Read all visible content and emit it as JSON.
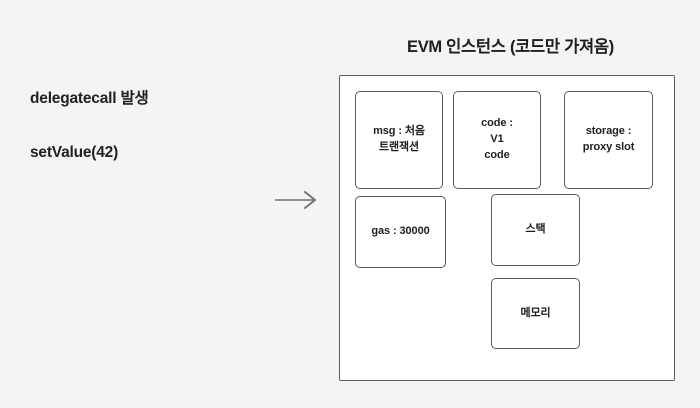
{
  "background_color": "#f4f4f4",
  "border_color": "#5b5b5b",
  "text_color": "#1f1f1f",
  "left_panel": {
    "lines": [
      {
        "id": "delegatecall",
        "text": "delegatecall 발생"
      },
      {
        "id": "setvalue",
        "text": "setValue(42)"
      }
    ]
  },
  "arrow": {
    "icon": "arrow-right-icon",
    "color": "#6e6e6e",
    "direction": "right"
  },
  "diagram": {
    "title": "EVM 인스턴스 (코드만 가져옴)",
    "cells": [
      {
        "id": "msg",
        "text": "msg : 처음 트랜잭션"
      },
      {
        "id": "code",
        "text": "code :\nV1\ncode"
      },
      {
        "id": "storage",
        "text": "storage : proxy slot"
      },
      {
        "id": "gas",
        "text": "gas : 30000"
      },
      {
        "id": "stack",
        "text": "스택"
      },
      {
        "id": "memory",
        "text": "메모리"
      }
    ],
    "cell_labels": {
      "msg": "msg : 처음 트랜잭션",
      "code_line1": "code :",
      "code_line2": "V1",
      "code_line3": "code",
      "storage": "storage : proxy slot",
      "gas": "gas : 30000",
      "stack": "스택",
      "memory": "메모리"
    }
  }
}
